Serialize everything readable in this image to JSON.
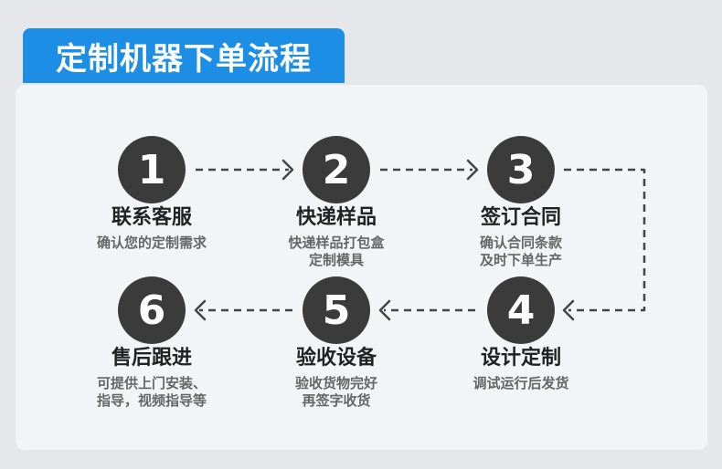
{
  "title": "定制机器下单流程",
  "steps": [
    {
      "number": "1",
      "title": "联系客服",
      "desc_lines": [
        "确认您的定制需求"
      ]
    },
    {
      "number": "2",
      "title": "快递样品",
      "desc_lines": [
        "快递样品打包盒",
        "定制模具"
      ]
    },
    {
      "number": "3",
      "title": "签订合同",
      "desc_lines": [
        "确认合同条款",
        "及时下单生产"
      ]
    },
    {
      "number": "4",
      "title": "设计定制",
      "desc_lines": [
        "调试运行后发货"
      ]
    },
    {
      "number": "5",
      "title": "验收设备",
      "desc_lines": [
        "验收货物完好",
        "再签字收货"
      ]
    },
    {
      "number": "6",
      "title": "售后跟进",
      "desc_lines": [
        "可提供上门安装、",
        "指导，视频指导等"
      ]
    }
  ],
  "colors": {
    "accent": "#1c8ee6",
    "circle": "#3b3b3b",
    "connector": "#444444",
    "panel": "#f3f4f8",
    "background": "#e6e7ea"
  }
}
